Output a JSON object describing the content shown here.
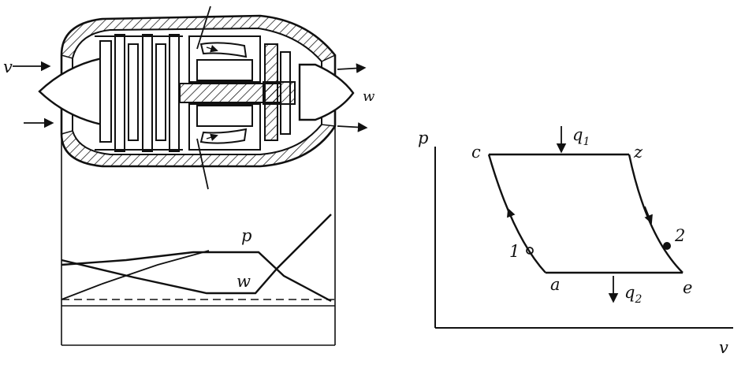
{
  "engine": {
    "inlet_velocity_label": "v",
    "exit_velocity_label": "w"
  },
  "profile": {
    "pressure_label": "p",
    "velocity_label": "w"
  },
  "cycle": {
    "axis_y_label": "p",
    "axis_x_label": "v",
    "points": {
      "c": "c",
      "z": "z",
      "a": "a",
      "e": "e",
      "p1": "1",
      "p2": "2"
    },
    "heat_in_label": "q",
    "heat_in_subscript": "1",
    "heat_out_label": "q",
    "heat_out_subscript": "2"
  }
}
